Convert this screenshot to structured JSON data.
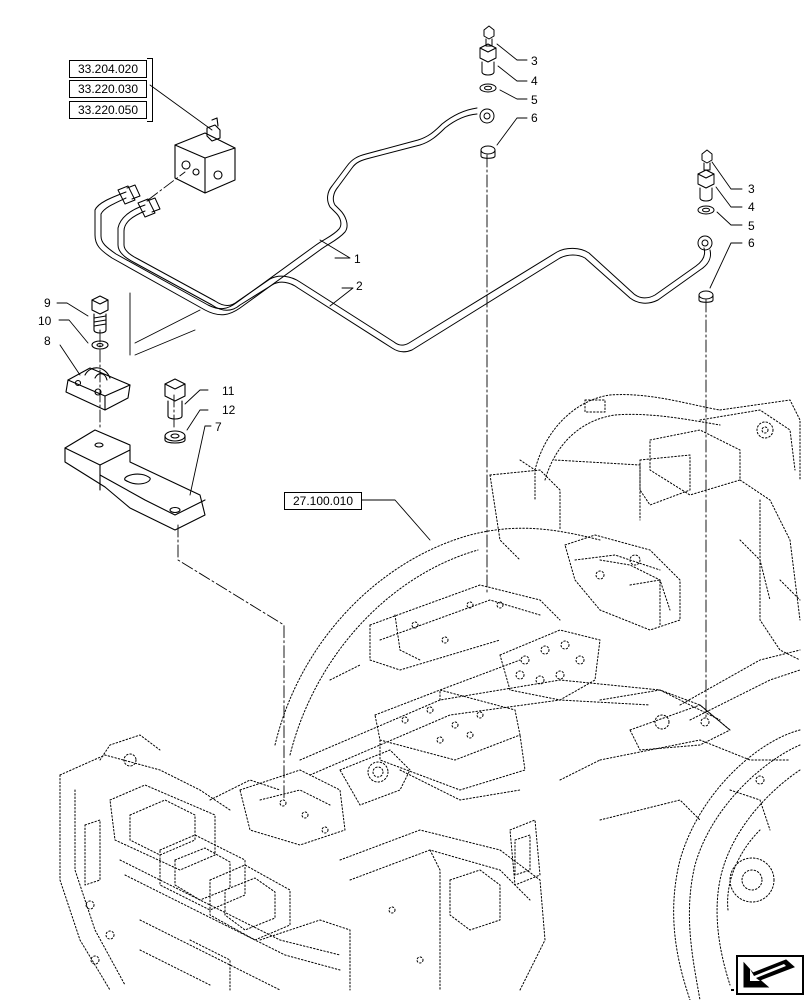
{
  "ref_boxes": [
    "33.204.020",
    "33.220.030",
    "33.220.050",
    "27.100.010"
  ],
  "callouts": {
    "c1": "1",
    "c2": "2",
    "c3a": "3",
    "c4a": "4",
    "c5a": "5",
    "c6a": "6",
    "c3b": "3",
    "c4b": "4",
    "c5b": "5",
    "c6b": "6",
    "c7": "7",
    "c8": "8",
    "c9": "9",
    "c10": "10",
    "c11": "11",
    "c12": "12"
  },
  "nav_icon": "arrow-icon"
}
